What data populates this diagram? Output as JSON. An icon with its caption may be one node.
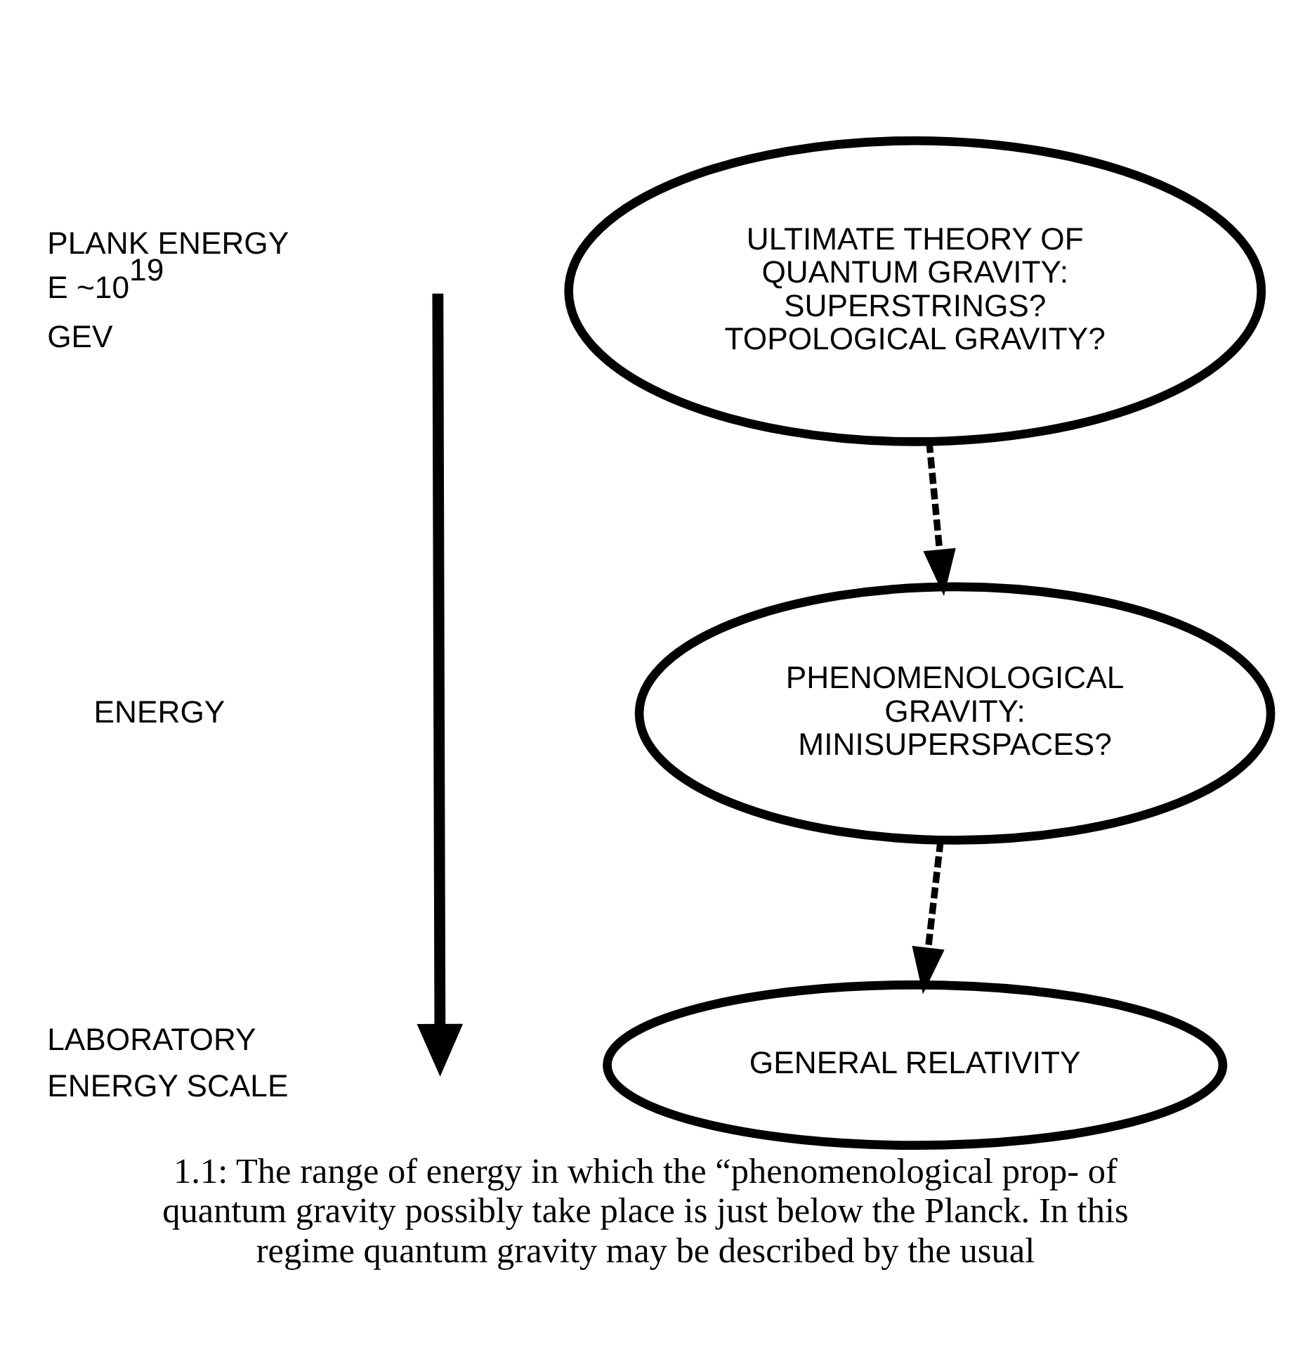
{
  "diagram": {
    "caption": "1.1: The range of energy in which the “phenomenological prop- of quantum gravity possibly take place is just below the Planck. In this regime quantum gravity may be described by the usual",
    "nodes": [
      {
        "text": [
          "ULTIMATE THEORY OF QUANTUM GRAVITY: SUPERSTRINGS? TOPOLOGICAL GRAVITY?"
        ]
      },
      {
        "text": [
          "PHENOMENOLOGICAL GRAVITY: MINISUPERSPACES?"
        ]
      },
      {
        "text": [
          "GENERAL RELATIVITY"
        ]
      }
    ],
    "edges": [
      {
        "from": 0,
        "to": 1,
        "arrow": "to",
        "style": "dashed"
      },
      {
        "from": 1,
        "to": 2,
        "arrow": "to",
        "style": "dashed"
      }
    ],
    "labels": [
      "PLANK ENERGY E ~10$^{19}$ GEV",
      "ENERGY",
      "LABORATORY ENERGY SCALE"
    ]
  }
}
